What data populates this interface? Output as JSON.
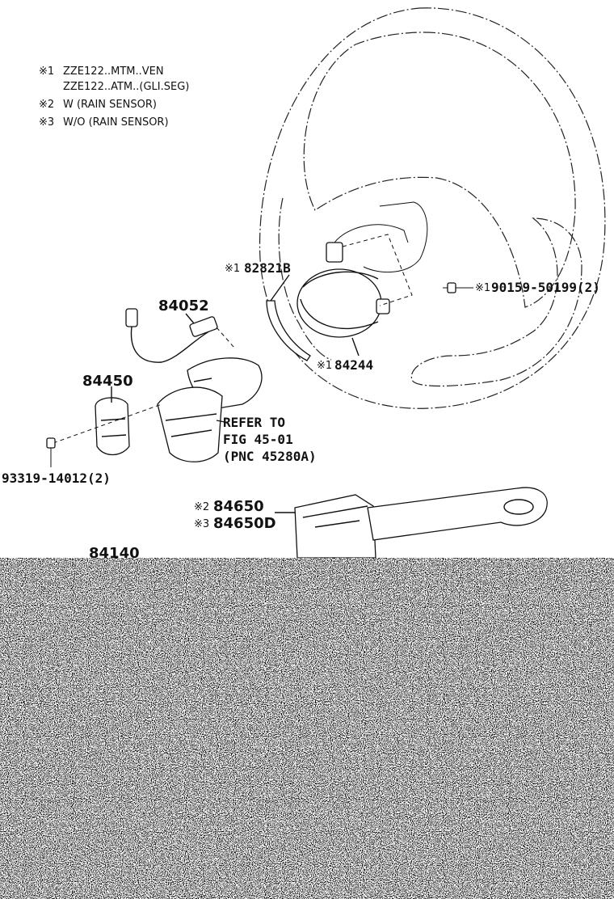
{
  "notes": [
    {
      "mark": "※1",
      "text": "ZZE122..MTM..VEN"
    },
    {
      "mark": "",
      "text": "ZZE122..ATM..(GLI.SEG)"
    },
    {
      "mark": "※2",
      "text": "W (RAIN SENSOR)"
    },
    {
      "mark": "※3",
      "text": "W/O (RAIN SENSOR)"
    }
  ],
  "callouts": {
    "p82821b": {
      "mark": "※1",
      "number": "82821B"
    },
    "p84244": {
      "mark": "※1",
      "number": "84244"
    },
    "p90159": {
      "mark": "※1",
      "number": "90159-50199(2)"
    },
    "p84052": {
      "number": "84052"
    },
    "p84450": {
      "number": "84450"
    },
    "p93319": {
      "number": "93319-14012(2)"
    },
    "refer": {
      "line1": "REFER TO",
      "line2": "FIG 45-01",
      "line3": "(PNC 45280A)"
    },
    "p84650": {
      "mark": "※2",
      "number": "84650"
    },
    "p84650d": {
      "mark": "※3",
      "number": "84650D"
    },
    "p84140": {
      "number": "84140"
    }
  }
}
